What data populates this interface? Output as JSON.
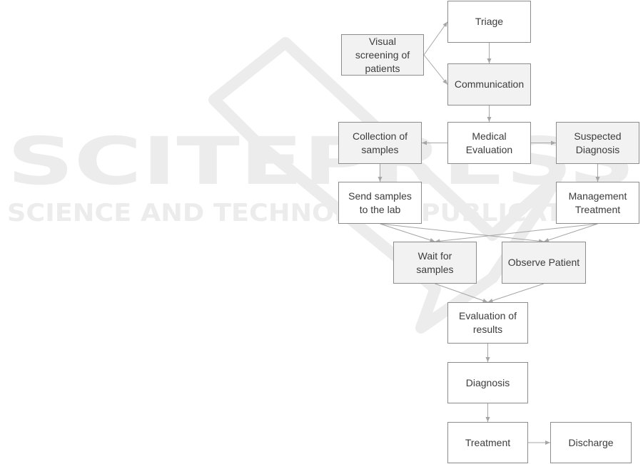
{
  "watermark": {
    "title": "SCITEPRESS",
    "subtitle": "SCIENCE AND TECHNOLOGY PUBLICATIONS"
  },
  "nodes": {
    "visual_screening": {
      "label": "Visual\nscreening of\npatients",
      "fill": "#f2f2f2"
    },
    "triage": {
      "label": "Triage",
      "fill": "#ffffff"
    },
    "communication": {
      "label": "Communication",
      "fill": "#f2f2f2"
    },
    "collection_of_samples": {
      "label": "Collection of\nsamples",
      "fill": "#f2f2f2"
    },
    "medical_evaluation": {
      "label": "Medical\nEvaluation",
      "fill": "#ffffff"
    },
    "suspected_diagnosis": {
      "label": "Suspected\nDiagnosis",
      "fill": "#f2f2f2"
    },
    "send_samples": {
      "label": "Send samples\nto the lab",
      "fill": "#ffffff"
    },
    "management_treatment": {
      "label": "Management\nTreatment",
      "fill": "#ffffff"
    },
    "wait_for_samples": {
      "label": "Wait for\nsamples",
      "fill": "#f2f2f2"
    },
    "observe_patient": {
      "label": "Observe Patient",
      "fill": "#f2f2f2"
    },
    "evaluation_of_results": {
      "label": "Evaluation of\nresults",
      "fill": "#ffffff"
    },
    "diagnosis": {
      "label": "Diagnosis",
      "fill": "#ffffff"
    },
    "treatment": {
      "label": "Treatment",
      "fill": "#ffffff"
    },
    "discharge": {
      "label": "Discharge",
      "fill": "#ffffff"
    }
  },
  "edges": [
    {
      "from": "visual_screening",
      "to": "triage"
    },
    {
      "from": "visual_screening",
      "to": "communication"
    },
    {
      "from": "triage",
      "to": "communication"
    },
    {
      "from": "communication",
      "to": "medical_evaluation"
    },
    {
      "from": "medical_evaluation",
      "to": "collection_of_samples"
    },
    {
      "from": "medical_evaluation",
      "to": "suspected_diagnosis"
    },
    {
      "from": "collection_of_samples",
      "to": "send_samples"
    },
    {
      "from": "suspected_diagnosis",
      "to": "management_treatment"
    },
    {
      "from": "send_samples",
      "to": "wait_for_samples"
    },
    {
      "from": "send_samples",
      "to": "observe_patient"
    },
    {
      "from": "management_treatment",
      "to": "wait_for_samples"
    },
    {
      "from": "management_treatment",
      "to": "observe_patient"
    },
    {
      "from": "wait_for_samples",
      "to": "evaluation_of_results"
    },
    {
      "from": "observe_patient",
      "to": "evaluation_of_results"
    },
    {
      "from": "evaluation_of_results",
      "to": "diagnosis"
    },
    {
      "from": "diagnosis",
      "to": "treatment"
    },
    {
      "from": "treatment",
      "to": "discharge"
    }
  ],
  "colors": {
    "border": "#8c8c8c",
    "edge": "#a6a6a6",
    "text": "#3c3c3c",
    "watermark": "#ececec"
  }
}
